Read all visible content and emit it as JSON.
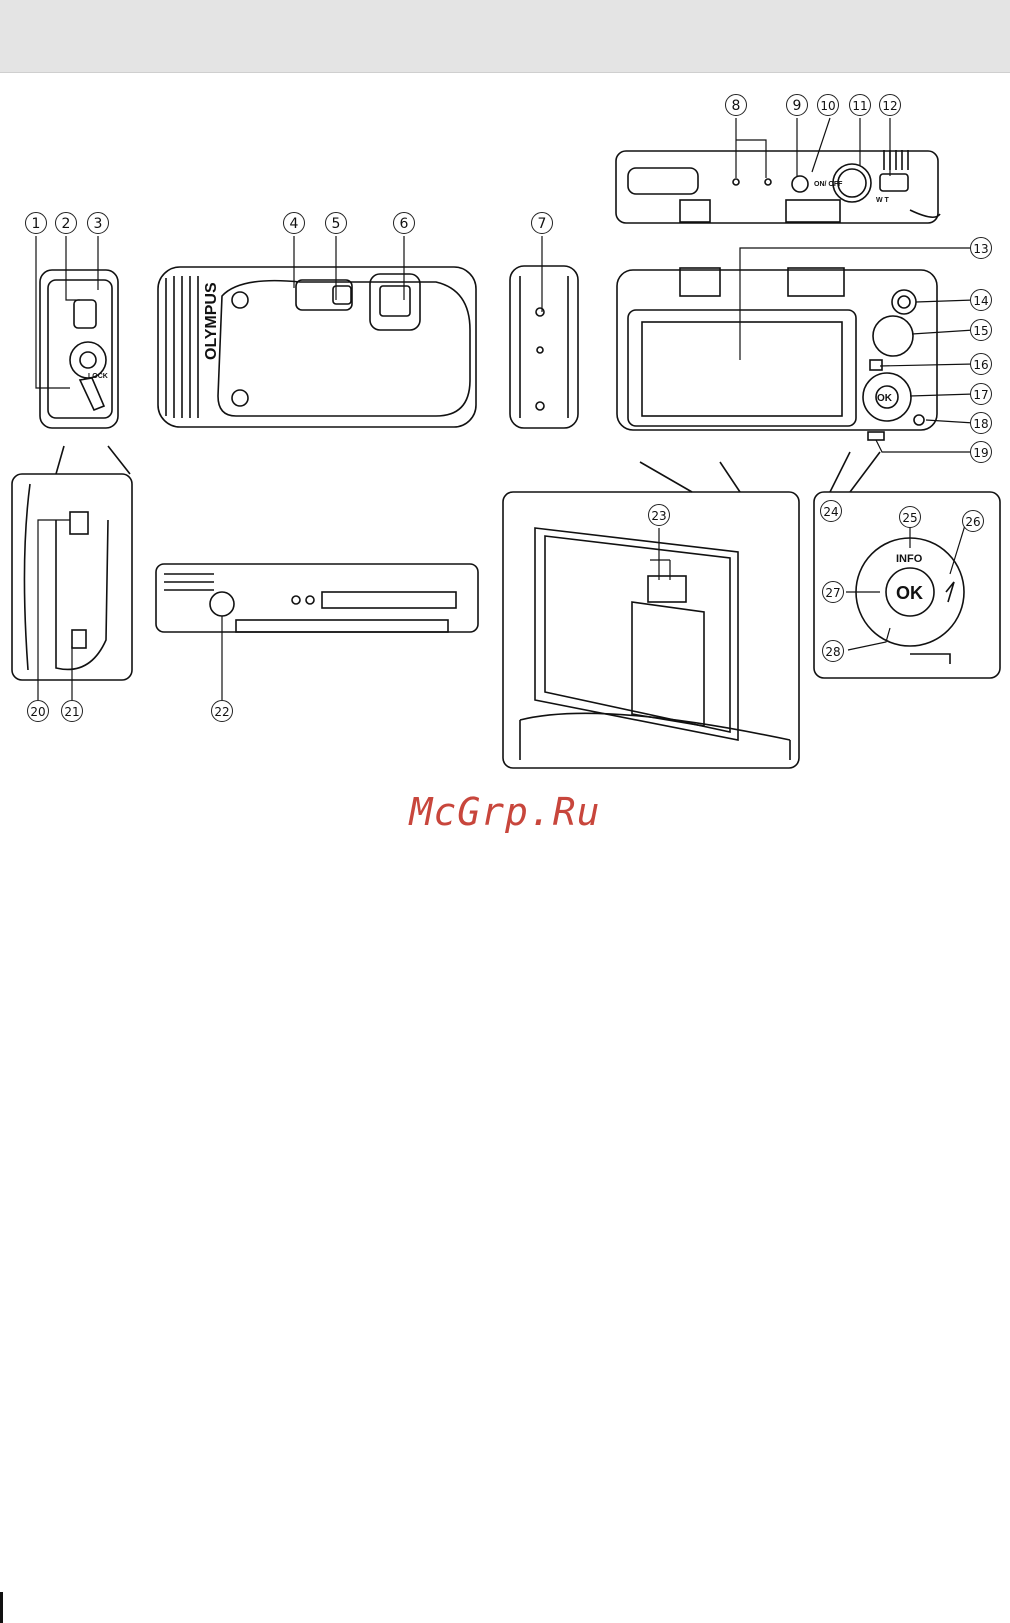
{
  "callouts": [
    "1",
    "2",
    "3",
    "4",
    "5",
    "6",
    "7",
    "8",
    "9",
    "10",
    "11",
    "12",
    "13",
    "14",
    "15",
    "16",
    "17",
    "18",
    "19",
    "20",
    "21",
    "22",
    "23",
    "24",
    "25",
    "26",
    "27",
    "28"
  ],
  "camera_text": {
    "brand": "OLYMPUS",
    "ok": "OK",
    "info": "INFO",
    "lock": "LOCK",
    "on_off": "ON/ OFF",
    "zoom": "W  T"
  },
  "watermark": "McGrp.Ru"
}
